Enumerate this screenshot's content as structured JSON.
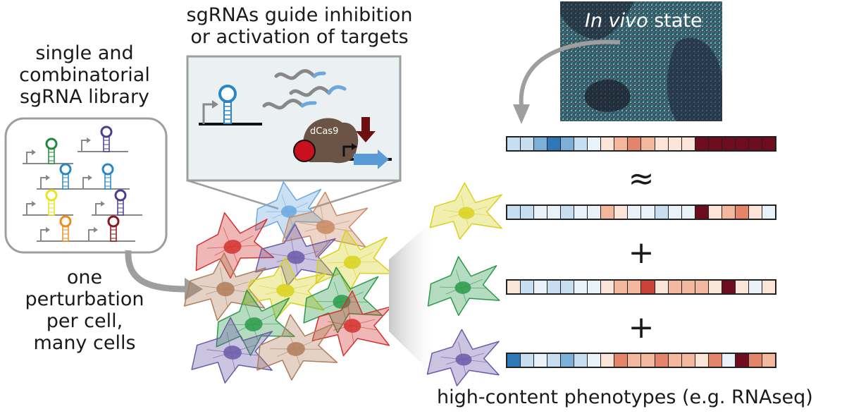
{
  "labels": {
    "library": [
      "single and",
      "combinatorial",
      "sgRNA library"
    ],
    "guide": [
      "sgRNAs guide inhibition",
      "or activation of targets"
    ],
    "per_cell": [
      "one",
      "perturbation",
      "per cell,",
      "many cells"
    ],
    "invivo_italic": "In vivo",
    "invivo_rest": " state",
    "dcas9": "dCas9",
    "approx": "≈",
    "plus": "+",
    "phenotypes": "high-content phenotypes (e.g. RNAseq)"
  },
  "colors": {
    "green": "#1f8a3c",
    "purple": "#4b3f8c",
    "blue": "#2a86c8",
    "yellow": "#e8e61c",
    "orange": "#f08a1c",
    "darkred": "#8a1620",
    "gray": "#9a9a9a",
    "protein": "#6b5445",
    "red_circle": "#c8101e",
    "arrow_down": "#6e1010"
  },
  "heatmap_palette": [
    "#2e78b7",
    "#7db0d8",
    "#c6def0",
    "#e9f2f9",
    "#fbe5d9",
    "#f3b79e",
    "#e3856b",
    "#c9433a",
    "#6e0d1f"
  ],
  "heatmaps": [
    [
      2,
      2,
      1,
      0,
      1,
      2,
      3,
      4,
      5,
      6,
      5,
      4,
      4,
      4,
      8,
      8,
      8,
      8,
      8,
      8
    ],
    [
      2,
      2,
      3,
      3,
      2,
      3,
      3,
      5,
      4,
      3,
      3,
      2,
      3,
      3,
      8,
      4,
      5,
      6,
      4,
      3
    ],
    [
      4,
      2,
      3,
      2,
      2,
      3,
      3,
      4,
      5,
      5,
      7,
      4,
      5,
      5,
      5,
      4,
      8,
      4,
      3,
      4
    ],
    [
      0,
      2,
      3,
      2,
      1,
      2,
      3,
      4,
      6,
      5,
      5,
      6,
      5,
      5,
      4,
      6,
      3,
      8,
      6,
      5
    ]
  ]
}
